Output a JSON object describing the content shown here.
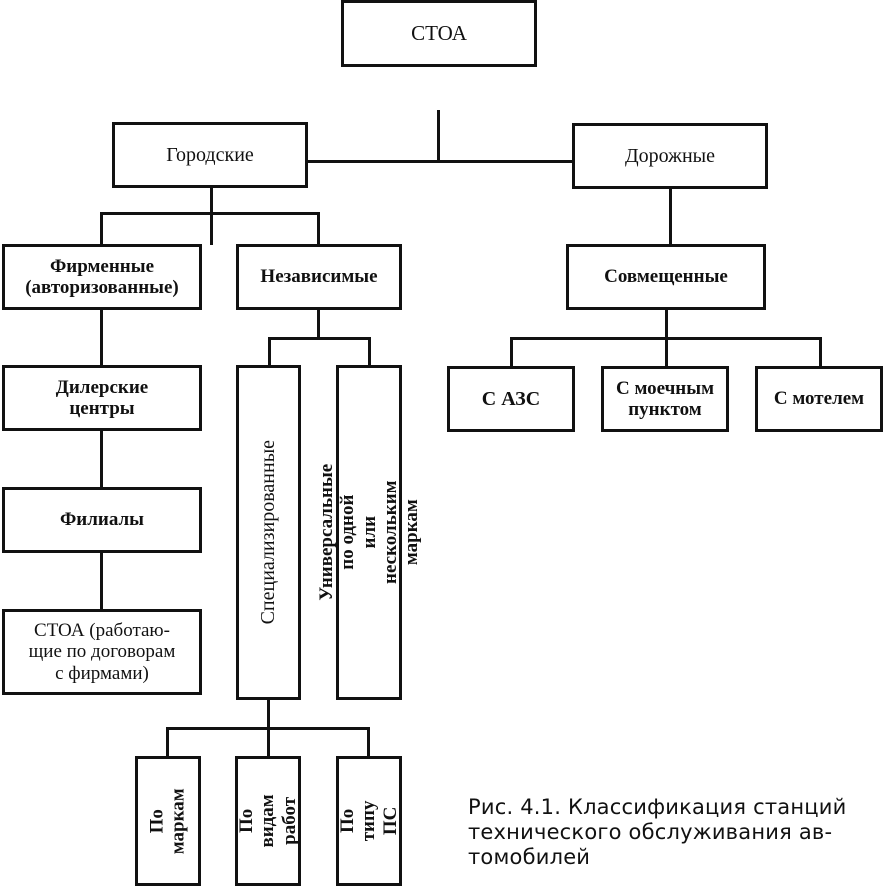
{
  "diagram": {
    "root": "СТОА",
    "level1": [
      "Городские",
      "Дорожные"
    ],
    "city": {
      "branded": "Фирменные\n(авторизованные)",
      "independent": "Независимые",
      "dealer_centers": "Дилерские\nцентры",
      "branches": "Филиалы",
      "contract_stoa": "СТОА (работаю-\nщие по договорам\nс фирмами)",
      "specialized": "Специализированные",
      "universal": "Универсальные по одной\nили нескольким маркам",
      "by_brand": "По маркам",
      "by_work_type": "По видам\nработ",
      "by_vehicle_type": "По типу\nПС"
    },
    "road": {
      "combined": "Совмещенные",
      "with_gas_station": "С АЗС",
      "with_car_wash": "С моечным\nпунктом",
      "with_motel": "С мотелем"
    }
  },
  "caption": "Рис. 4.1. Классификация станций\nтехнического обслуживания ав-\nтомобилей"
}
